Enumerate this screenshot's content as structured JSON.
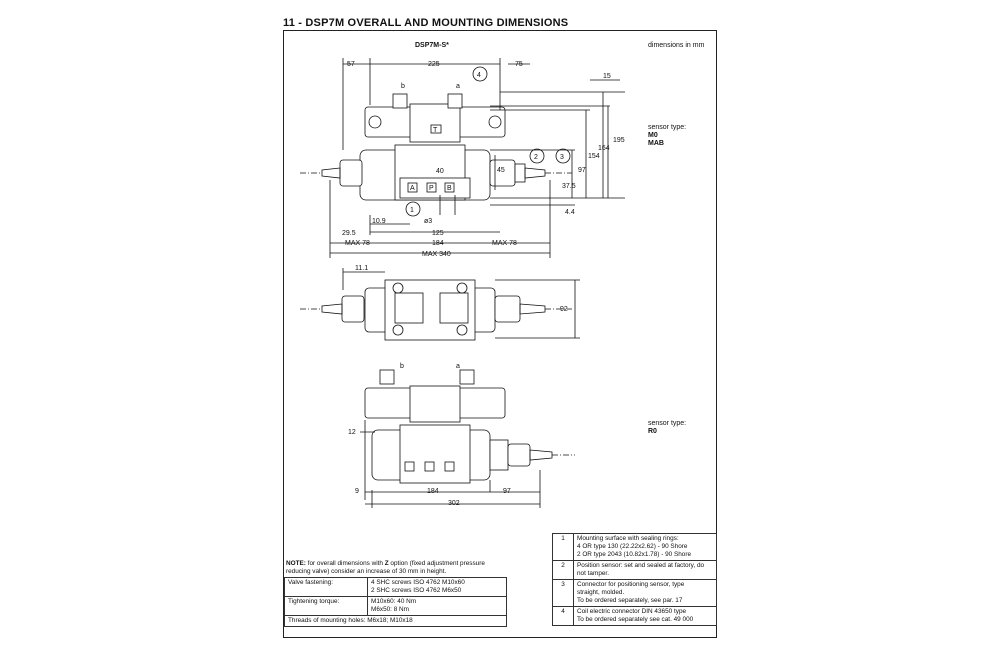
{
  "header": {
    "title": "11 - DSP7M OVERALL AND MOUNTING DIMENSIONS"
  },
  "drawing": {
    "model": "DSP7M-S*",
    "units_note": "dimensions in mm",
    "sensor1_label": "sensor type:",
    "sensor1_value_a": "M0",
    "sensor1_value_b": "MAB",
    "sensor2_label": "sensor type:",
    "sensor2_value": "R0",
    "callouts": [
      "1",
      "2",
      "3",
      "4"
    ],
    "solenoid_b": "b",
    "solenoid_a": "a",
    "port_t": "T",
    "ports": [
      "A",
      "P",
      "B"
    ],
    "dims_top": {
      "d57": "57",
      "d225": "225",
      "d75": "75",
      "d15": "15",
      "d195": "195",
      "d164": "164",
      "d154": "154",
      "d97": "97",
      "d45": "45",
      "d40": "40",
      "d37_5": "37.5",
      "d4_4": "4.4",
      "d10_9": "10.9",
      "d3": "ø3",
      "d29_5": "29.5",
      "d125": "125",
      "max78a": "MAX 78",
      "d184": "184",
      "max78b": "MAX 78",
      "max340": "MAX 340"
    },
    "dims_mid": {
      "d11_1": "11.1",
      "d92": "92"
    },
    "dims_bottom": {
      "d12": "12",
      "d9": "9",
      "d184": "184",
      "d97": "97",
      "d302": "302"
    }
  },
  "note": {
    "prefix": "NOTE:",
    "text1": " for overall dimensions with ",
    "z": "Z",
    "text2": " option (fixed adjustment pressure reducing valve) consider an increase of 30 mm in height."
  },
  "fastening": [
    {
      "key": "Valve fastening:",
      "lines": [
        "4 SHC screws ISO 4762 M10x60",
        "2 SHC screws ISO 4762 M6x50"
      ]
    },
    {
      "key": "Tightening torque:",
      "lines": [
        "M10x60:    40 Nm",
        "M6x50:      8 Nm"
      ]
    },
    {
      "key": "Threads of mounting holes: M6x18;  M10x18",
      "lines": []
    }
  ],
  "legend": [
    {
      "num": "1",
      "text": [
        "Mounting surface with sealing rings:",
        "4 OR type 130 (22.22x2.62) - 90 Shore",
        "2 OR type 2043 (10.82x1.78) - 90 Shore"
      ]
    },
    {
      "num": "2",
      "text": [
        "Position sensor: set and sealed at factory, do",
        "not tamper."
      ]
    },
    {
      "num": "3",
      "text": [
        "Connector for positioning sensor, type",
        "straight, molded.",
        "To be ordered separately, see par. 17"
      ]
    },
    {
      "num": "4",
      "text": [
        "Coil electric connector  DIN 43650 type",
        "To be ordered separately see cat. 49 000"
      ]
    }
  ]
}
